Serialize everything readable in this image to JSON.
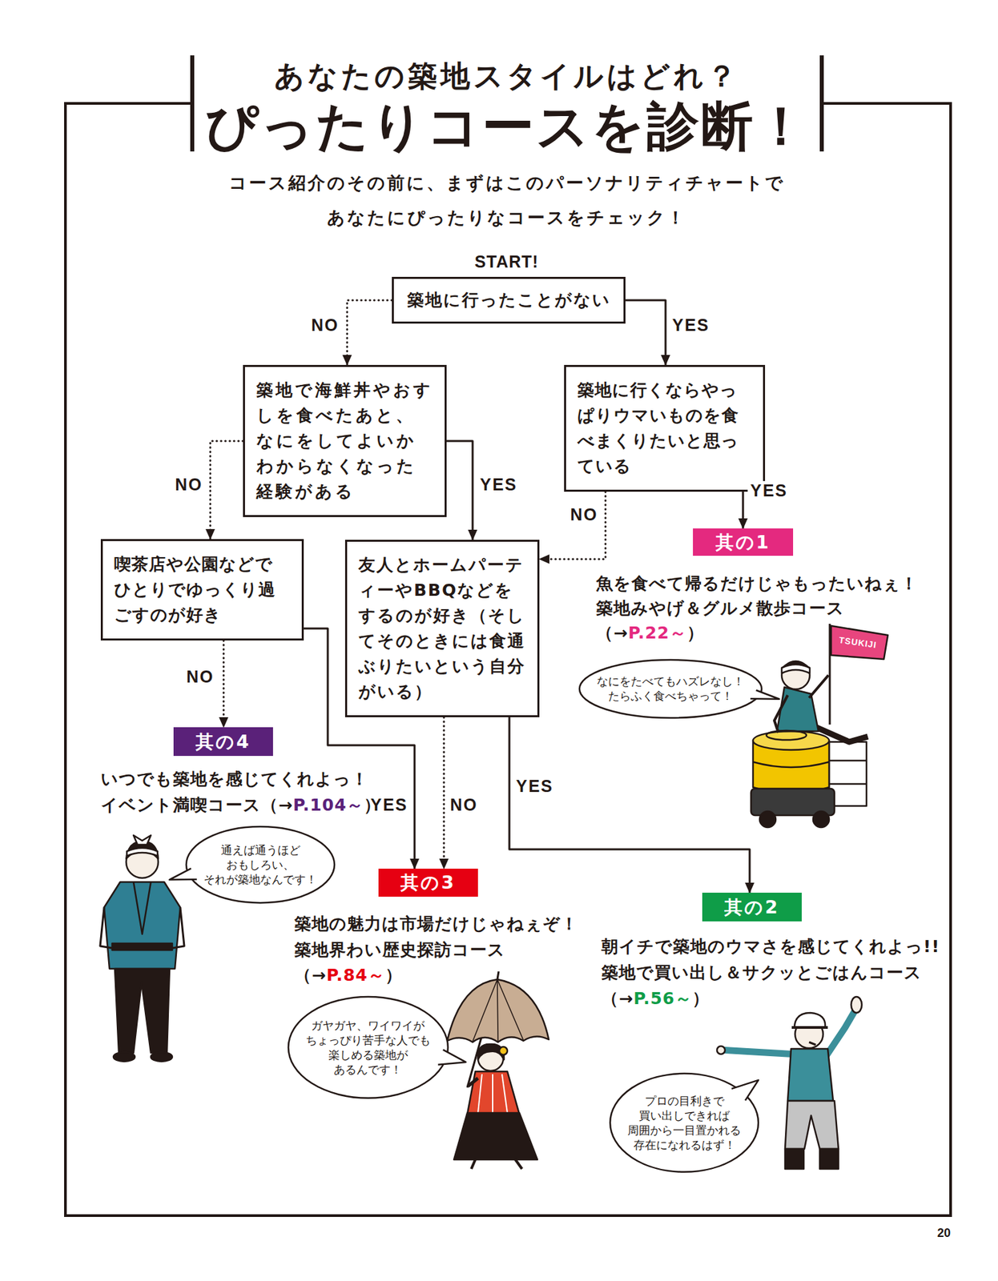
{
  "diagram": {
    "title": "ぴったりコースを診断！",
    "nodes": [
      {
        "text": [
          "築地に行ったことがない"
        ]
      },
      {
        "text": [
          "築地で海鮮丼やおすしを食べたあと、なにをしてよいかわからなくなった経験がある"
        ]
      },
      {
        "text": [
          "築地に行くならやっぱりウマいものを食べまくりたいと思っている"
        ]
      },
      {
        "text": [
          "喫茶店や公園などでひとりでゆっくり過ごすのが好き"
        ]
      },
      {
        "text": [
          "友人とホームパーティーやBBQなどをするのが好き（そしてそのときには食通ぶりたいという自分がいる）"
        ]
      },
      {
        "text": [
          "其の1"
        ]
      },
      {
        "text": [
          "なにをたべてもハズレなし！ たらふく食べちゃって！"
        ]
      },
      {
        "text": [
          "其の4"
        ]
      },
      {
        "text": [
          "通えば通うほど おもしろい、 それが築地なんです！"
        ]
      },
      {
        "text": [
          "其の3"
        ]
      },
      {
        "text": [
          "其の2"
        ]
      },
      {
        "text": [
          "ガヤガヤ、ワイワイが ちょっぴり苦手な人でも 楽しめる築地が あるんです！"
        ]
      },
      {
        "text": [
          "プロの目利きで 買い出しできれば 周囲から一目置かれる 存在になれるはず！"
        ]
      }
    ],
    "edges": [
      {
        "from": 0,
        "to": 1,
        "label": "NO",
        "arrow": "to"
      },
      {
        "from": 0,
        "to": 2,
        "label": "YES",
        "arrow": "to"
      },
      {
        "from": 1,
        "to": 3,
        "label": "NO",
        "arrow": "to"
      },
      {
        "from": 1,
        "to": 4,
        "label": "YES",
        "arrow": "to"
      },
      {
        "from": 2,
        "to": 4,
        "label": "NO",
        "arrow": "to"
      },
      {
        "from": 2,
        "to": 5,
        "label": "YES",
        "arrow": "to"
      },
      {
        "from": 3,
        "to": 7,
        "label": "NO",
        "arrow": "to"
      },
      {
        "from": 3,
        "to": 9,
        "label": "YES",
        "arrow": "to"
      },
      {
        "from": 4,
        "to": 9,
        "label": "NO",
        "arrow": "to"
      },
      {
        "from": 4,
        "to": 10,
        "label": "YES",
        "arrow": "to"
      }
    ],
    "labels": [
      "あなたの築地スタイルはどれ？",
      "コース紹介のその前に、まずはこのパーソナリティチャートで",
      "あなたにぴったりなコースをチェック！",
      "START!",
      "魚を食べて帰るだけじゃもったいねぇ！",
      "築地みやげ＆グルメ散歩コース",
      "（→",
      "P.22～",
      "）",
      "TSUKIJI",
      "いつでも築地を感じてくれよっ！",
      "イベント満喫コース（→",
      "P.104～",
      "）",
      "築地の魅力は市場だけじゃねぇぞ！",
      "築地界わい歴史探訪コース",
      "（→",
      "P.84～",
      "）",
      "朝イチで築地のウマさを感じてくれよっ!!",
      "築地で買い出し＆サクッとごはんコース",
      "（→",
      "P.56～",
      "）",
      "20"
    ]
  }
}
